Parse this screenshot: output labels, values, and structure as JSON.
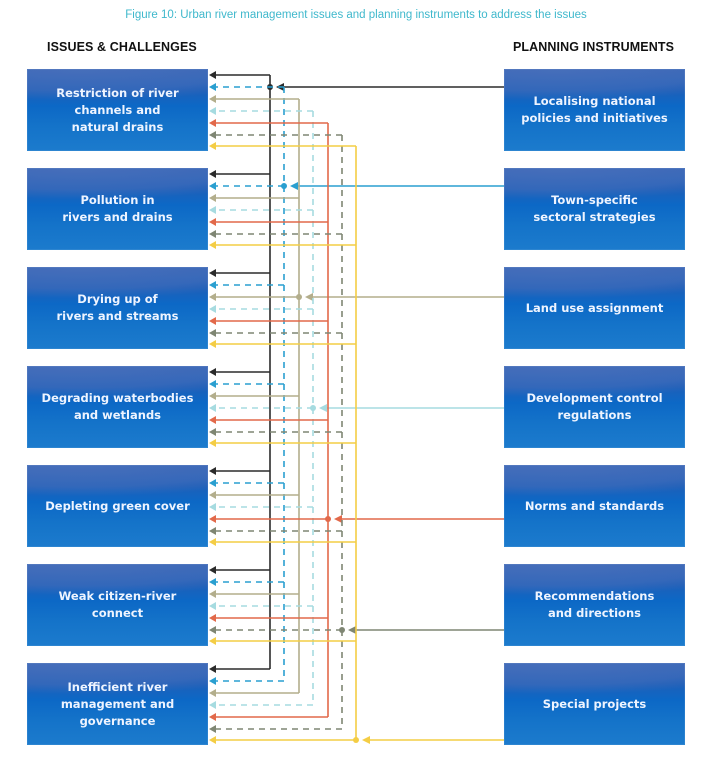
{
  "caption": "Figure 10: Urban river management issues and planning instruments to address the issues",
  "left_header": "ISSUES & CHALLENGES",
  "right_header": "PLANNING INSTRUMENTS",
  "issues": [
    {
      "label": "Restriction of river\nchannels and\nnatural drains"
    },
    {
      "label": "Pollution in\nrivers and drains"
    },
    {
      "label": "Drying up of\nrivers and streams"
    },
    {
      "label": "Degrading waterbodies\nand wetlands"
    },
    {
      "label": "Depleting green cover"
    },
    {
      "label": "Weak citizen-river\nconnect"
    },
    {
      "label": "Inefficient river\nmanagement and\ngovernance"
    }
  ],
  "instruments": [
    {
      "label": "Localising national\npolicies and initiatives",
      "color": "#2b2b2b",
      "dashed": false
    },
    {
      "label": "Town-specific\nsectoral strategies",
      "color": "#2a9fd0",
      "dashed": true
    },
    {
      "label": "Land use assignment",
      "color": "#b3ae8c",
      "dashed": false
    },
    {
      "label": "Development control\nregulations",
      "color": "#a6dbe0",
      "dashed": true
    },
    {
      "label": "Norms and standards",
      "color": "#e2694a",
      "dashed": false
    },
    {
      "label": "Recommendations\nand directions",
      "color": "#7f8673",
      "dashed": true
    },
    {
      "label": "Special projects",
      "color": "#f4cd45",
      "dashed": false
    }
  ],
  "colors": {
    "caption": "#3fb8cc",
    "box_blue": "#0c68c6",
    "box_text": "#eef4ff"
  }
}
